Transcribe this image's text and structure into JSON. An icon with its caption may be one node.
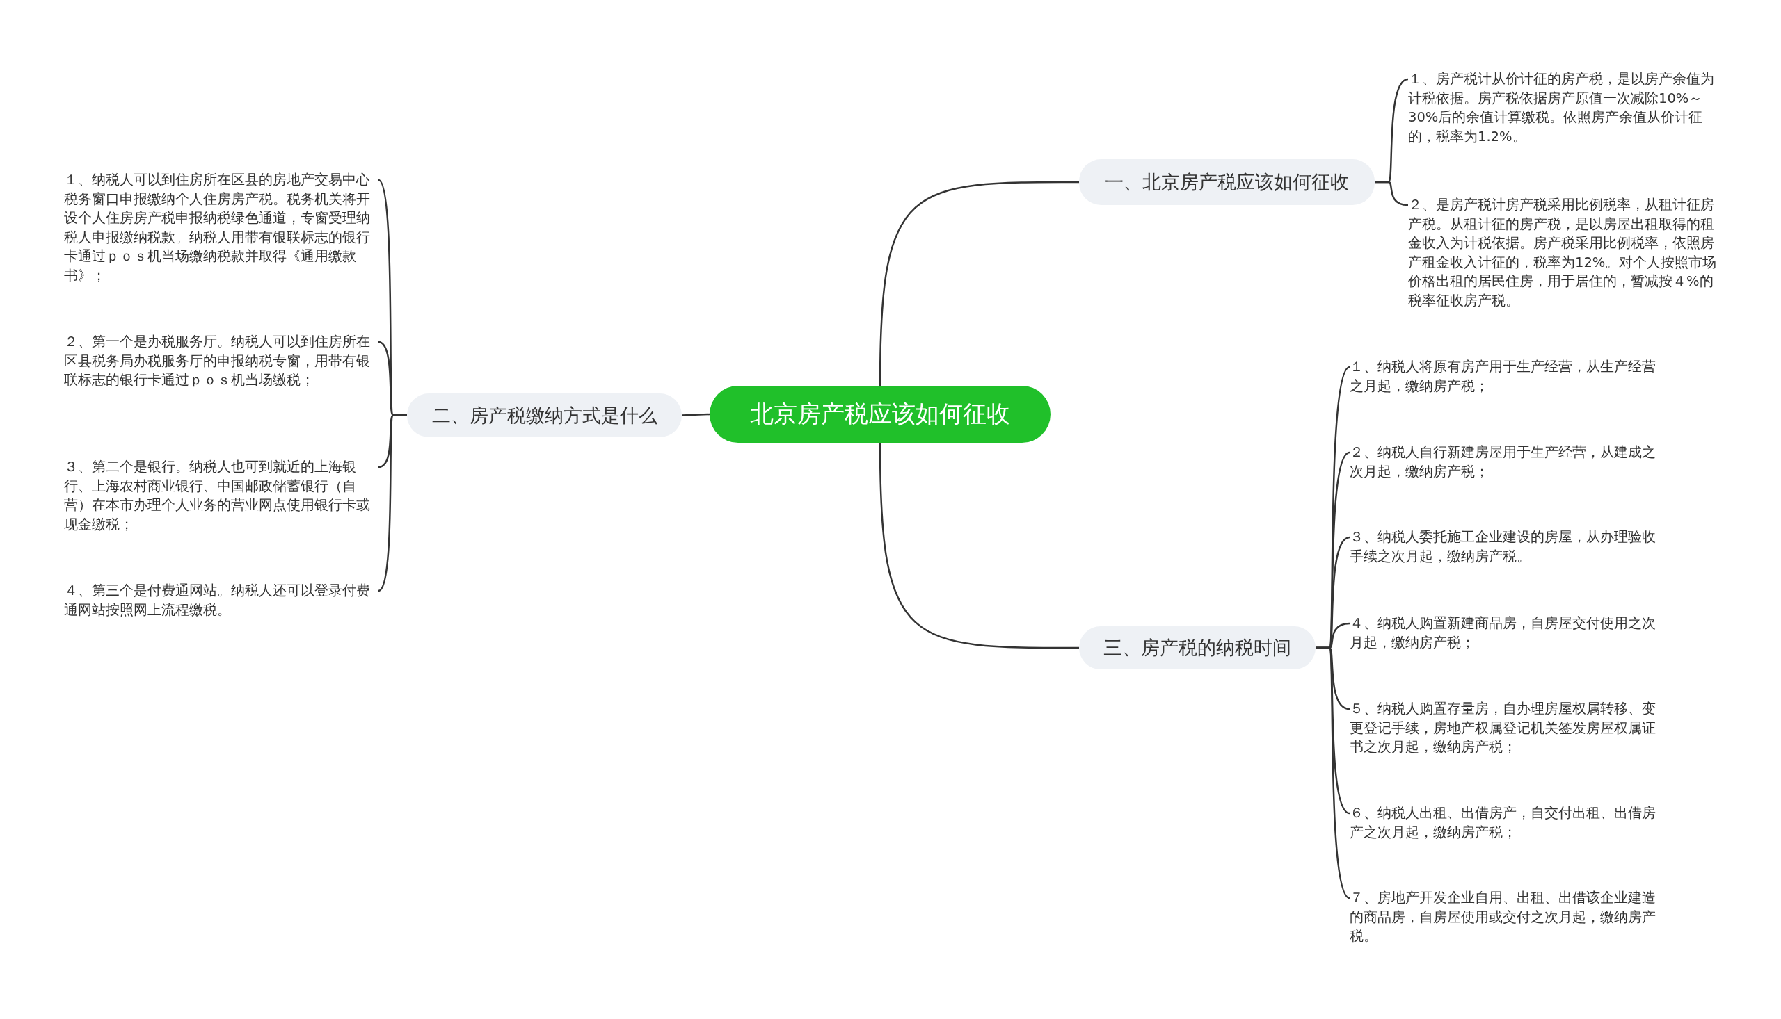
{
  "diagram": {
    "nodes": [
      {
        "text": [
          "北京房产税应该如何征收"
        ]
      },
      {
        "text": [
          "一、北京房产税应该如何征收"
        ]
      },
      {
        "text": [
          "１、房产税计从价计征的房产税，是以房产余值为计税依据。房产税依据房产原值一次减除10%～30%后的余值计算缴税。依照房产余值从价计征的，税率为1.2%。"
        ]
      },
      {
        "text": [
          "２、是房产税计房产税采用比例税率，从租计征房产税。从租计征的房产税，是以房屋出租取得的租金收入为计税依据。房产税采用比例税率，依照房产租金收入计征的，税率为12%。对个人按照市场价格出租的居民住房，用于居住的，暂减按４%的税率征收房产税。"
        ]
      },
      {
        "text": [
          "二、房产税缴纳方式是什么"
        ]
      },
      {
        "text": [
          "１、纳税人可以到住房所在区县的房地产交易中心税务窗口申报缴纳个人住房房产税。税务机关将开设个人住房房产税申报纳税绿色通道，专窗受理纳税人申报缴纳税款。纳税人用带有银联标志的银行卡通过ｐｏｓ机当场缴纳税款并取得《通用缴款书》；"
        ]
      },
      {
        "text": [
          "２、第一个是办税服务厅。纳税人可以到住房所在区县税务局办税服务厅的申报纳税专窗，用带有银联标志的银行卡通过ｐｏｓ机当场缴税；"
        ]
      },
      {
        "text": [
          "３、第二个是银行。纳税人也可到就近的上海银行、上海农村商业银行、中国邮政储蓄银行（自营）在本市办理个人业务的营业网点使用银行卡或现金缴税；"
        ]
      },
      {
        "text": [
          "４、第三个是付费通网站。纳税人还可以登录付费通网站按照网上流程缴税。"
        ]
      },
      {
        "text": [
          "三、房产税的纳税时间"
        ]
      },
      {
        "text": [
          "１、纳税人将原有房产用于生产经营，从生产经营之月起，缴纳房产税；"
        ]
      },
      {
        "text": [
          "２、纳税人自行新建房屋用于生产经营，从建成之次月起，缴纳房产税；"
        ]
      },
      {
        "text": [
          "３、纳税人委托施工企业建设的房屋，从办理验收手续之次月起，缴纳房产税。"
        ]
      },
      {
        "text": [
          "４、纳税人购置新建商品房，自房屋交付使用之次月起，缴纳房产税；"
        ]
      },
      {
        "text": [
          "５、纳税人购置存量房，自办理房屋权属转移、变更登记手续，房地产权属登记机关签发房屋权属证书之次月起，缴纳房产税；"
        ]
      },
      {
        "text": [
          "６、纳税人出租、出借房产，自交付出租、出借房产之次月起，缴纳房产税；"
        ]
      },
      {
        "text": [
          "７、房地产开发企业自用、出租、出借该企业建造的商品房，自房屋使用或交付之次月起，缴纳房产税。"
        ]
      }
    ],
    "edges": [
      {
        "from": 0,
        "to": 1,
        "arrow": "none"
      },
      {
        "from": 0,
        "to": 4,
        "arrow": "none"
      },
      {
        "from": 0,
        "to": 9,
        "arrow": "none"
      },
      {
        "from": 1,
        "to": 2,
        "arrow": "none"
      },
      {
        "from": 1,
        "to": 3,
        "arrow": "none"
      },
      {
        "from": 4,
        "to": 5,
        "arrow": "none"
      },
      {
        "from": 4,
        "to": 6,
        "arrow": "none"
      },
      {
        "from": 4,
        "to": 7,
        "arrow": "none"
      },
      {
        "from": 4,
        "to": 8,
        "arrow": "none"
      },
      {
        "from": 9,
        "to": 10,
        "arrow": "none"
      },
      {
        "from": 9,
        "to": 11,
        "arrow": "none"
      },
      {
        "from": 9,
        "to": 12,
        "arrow": "none"
      },
      {
        "from": 9,
        "to": 13,
        "arrow": "none"
      },
      {
        "from": 9,
        "to": 14,
        "arrow": "none"
      },
      {
        "from": 9,
        "to": 15,
        "arrow": "none"
      },
      {
        "from": 9,
        "to": 16,
        "arrow": "none"
      }
    ]
  }
}
